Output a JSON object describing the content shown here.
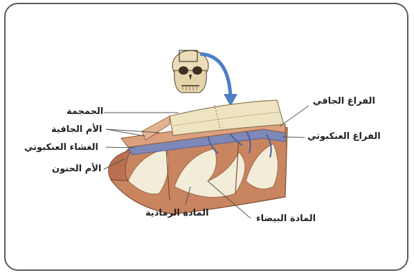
{
  "labels": {
    "skull": "الجمجمة",
    "dura_mater": "الأم الجافية",
    "arachnoid_membrane": "الغشاء العنكبوتي",
    "pia_mater": "الأم الحنون",
    "gray_matter": "المادة الرمادية",
    "white_matter": "المادة البيضاء",
    "epidural_space": "الفراغ الجافي",
    "subarachnoid_space": "الفراغ العنكبوتي"
  },
  "colors": {
    "bone": "#efe4c2",
    "dura": "#dca07e",
    "gray_matter": "#c98560",
    "white_matter": "#f3ecd9",
    "vessels": "#4f5f9a",
    "arrow": "#4c7fc6",
    "leader_lines": "#555555"
  },
  "icons": {
    "head": "skull-front-view-icon",
    "pointer": "curved-arrow-icon"
  }
}
